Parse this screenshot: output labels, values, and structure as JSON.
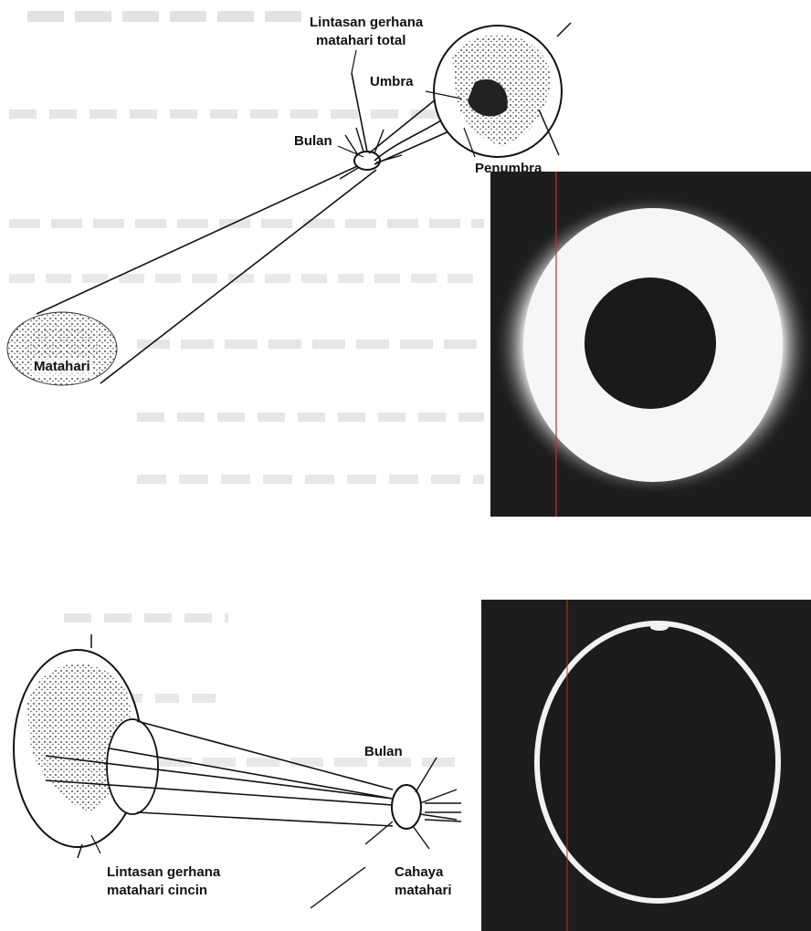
{
  "top_diagram": {
    "path_label_line1": "Lintasan gerhana",
    "path_label_line2": "matahari total",
    "umbra_label": "Umbra",
    "moon_label": "Bulan",
    "penumbra_label": "Penumbra",
    "sun_label": "Matahari",
    "photo_subject": "total solar eclipse photograph"
  },
  "bottom_diagram": {
    "moon_label": "Bulan",
    "path_label_line1": "Lintasan gerhana",
    "path_label_line2": "matahari cincin",
    "sunlight_label_line1": "Cahaya",
    "sunlight_label_line2": "matahari",
    "photo_subject": "annular solar eclipse photograph"
  },
  "colors": {
    "ink": "#111111",
    "photo_background": "#1d1d1d",
    "corona": "#f4f4f4",
    "bleed_text": "#cfcfcf"
  }
}
